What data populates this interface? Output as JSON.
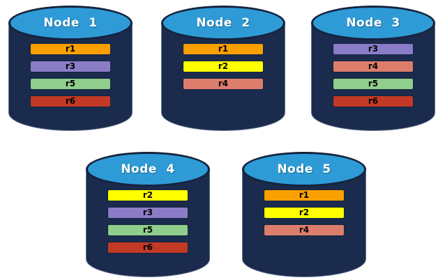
{
  "canvas": {
    "background": "#FFFFFF"
  },
  "palette": {
    "cylinder_body": "#1B2B4D",
    "cylinder_top": "#2E9BD6",
    "cylinder_outline": "#15233E",
    "title_color": "#FFFFFF",
    "record_label_color": "#000000",
    "record_colors": {
      "r1": "#F9A000",
      "r2": "#FFFF00",
      "r3": "#8B7CC8",
      "r4": "#DD7E6C",
      "r5": "#8FCE8C",
      "r6": "#C23A26"
    }
  },
  "nodes": [
    {
      "label": "Node 1",
      "records": [
        "r1",
        "r3",
        "r5",
        "r6"
      ]
    },
    {
      "label": "Node 2",
      "records": [
        "r1",
        "r2",
        "r4"
      ]
    },
    {
      "label": "Node 3",
      "records": [
        "r3",
        "r4",
        "r5",
        "r6"
      ]
    },
    {
      "label": "Node 4",
      "records": [
        "r2",
        "r3",
        "r5",
        "r6"
      ]
    },
    {
      "label": "Node 5",
      "records": [
        "r1",
        "r2",
        "r4"
      ]
    }
  ]
}
